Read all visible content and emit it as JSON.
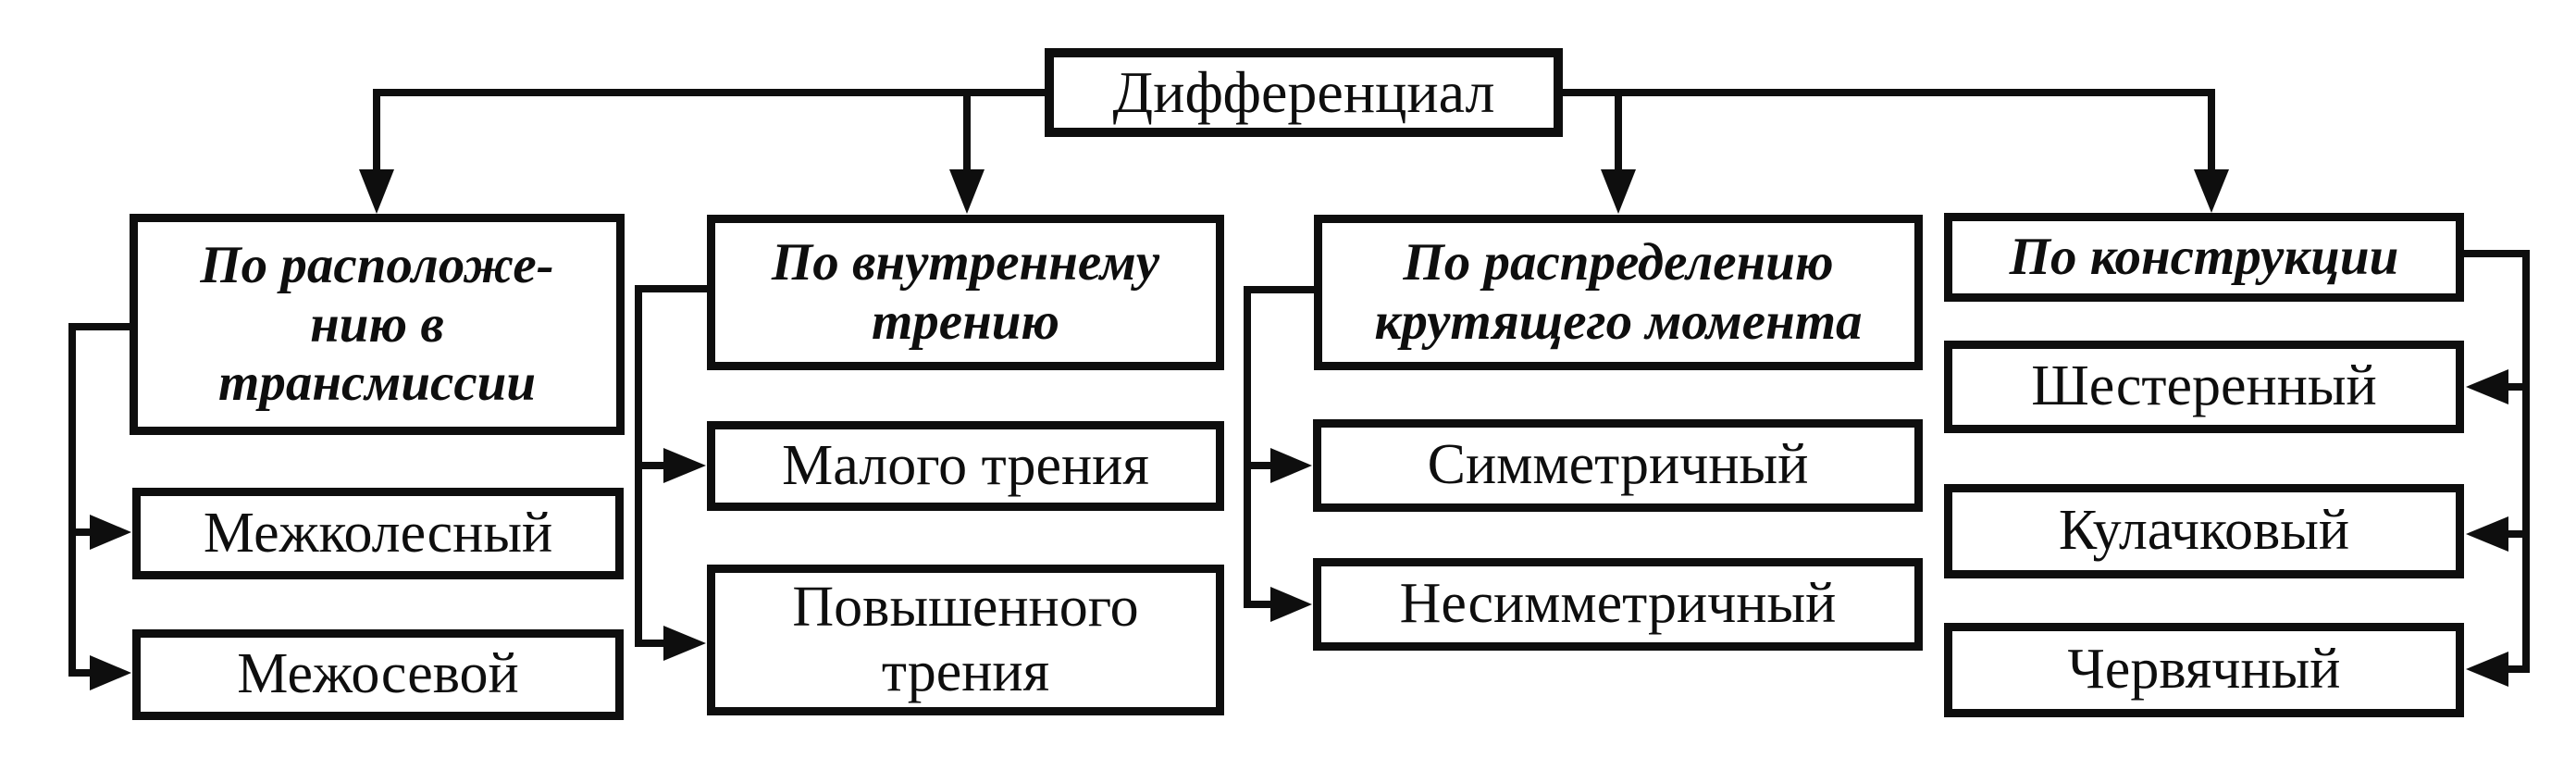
{
  "diagram": {
    "title_note": "Classification tree of differential types",
    "root": {
      "label": "Дифференциал"
    },
    "columns": [
      {
        "header": "По расположе-\nнию в\nтрансмиссии",
        "children": [
          "Межколесный",
          "Межосевой"
        ]
      },
      {
        "header": "По внутреннему\nтрению",
        "children": [
          "Малого трения",
          "Повышенного\nтрения"
        ]
      },
      {
        "header": "По распределению\nкрутящего момента",
        "children": [
          "Симметричный",
          "Несимметричный"
        ]
      },
      {
        "header": "По конструкции",
        "children": [
          "Шестеренный",
          "Кулачковый",
          "Червячный"
        ]
      }
    ],
    "colors": {
      "ink": "#0e0e0e",
      "background": "#ffffff"
    }
  }
}
